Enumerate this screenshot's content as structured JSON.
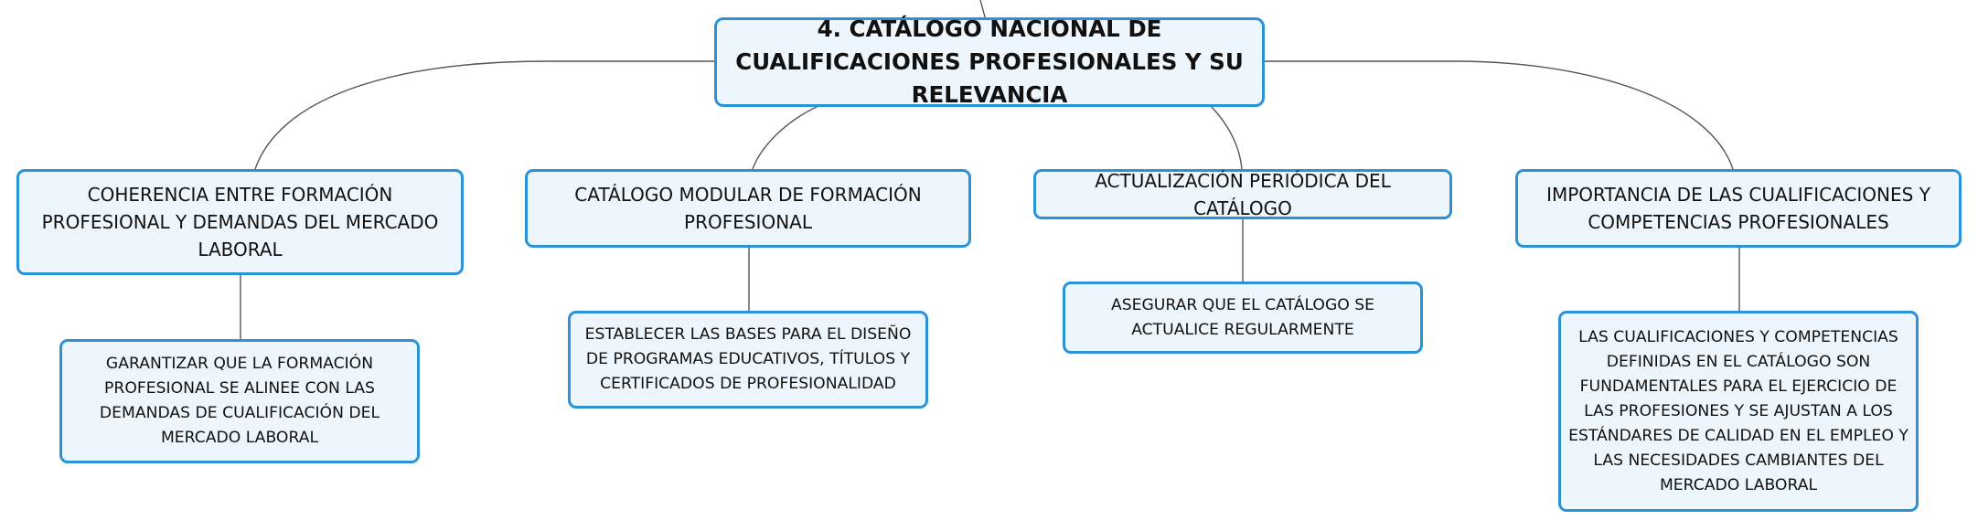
{
  "colors": {
    "node_fill": "#eef6fd",
    "node_border": "#2a93d8",
    "connector": "#555555",
    "text": "#111111"
  },
  "root": {
    "label": "4. CATÁLOGO NACIONAL DE CUALIFICACIONES PROFESIONALES Y SU RELEVANCIA"
  },
  "branches": [
    {
      "label": "COHERENCIA ENTRE FORMACIÓN PROFESIONAL Y DEMANDAS DEL MERCADO LABORAL",
      "child": "GARANTIZAR QUE LA FORMACIÓN PROFESIONAL SE ALINEE CON LAS DEMANDAS DE CUALIFICACIÓN DEL MERCADO LABORAL"
    },
    {
      "label": "CATÁLOGO MODULAR DE FORMACIÓN PROFESIONAL",
      "child": "ESTABLECER LAS BASES PARA EL DISEÑO DE PROGRAMAS EDUCATIVOS, TÍTULOS Y CERTIFICADOS DE PROFESIONALIDAD"
    },
    {
      "label": "ACTUALIZACIÓN PERIÓDICA DEL CATÁLOGO",
      "child": "ASEGURAR QUE EL CATÁLOGO SE ACTUALICE REGULARMENTE"
    },
    {
      "label": "IMPORTANCIA DE LAS CUALIFICACIONES Y COMPETENCIAS PROFESIONALES",
      "child": "LAS CUALIFICACIONES Y COMPETENCIAS DEFINIDAS EN EL CATÁLOGO SON FUNDAMENTALES PARA EL EJERCICIO DE LAS PROFESIONES Y SE AJUSTAN A LOS ESTÁNDARES DE CALIDAD EN EL EMPLEO Y LAS NECESIDADES CAMBIANTES DEL MERCADO LABORAL"
    }
  ]
}
